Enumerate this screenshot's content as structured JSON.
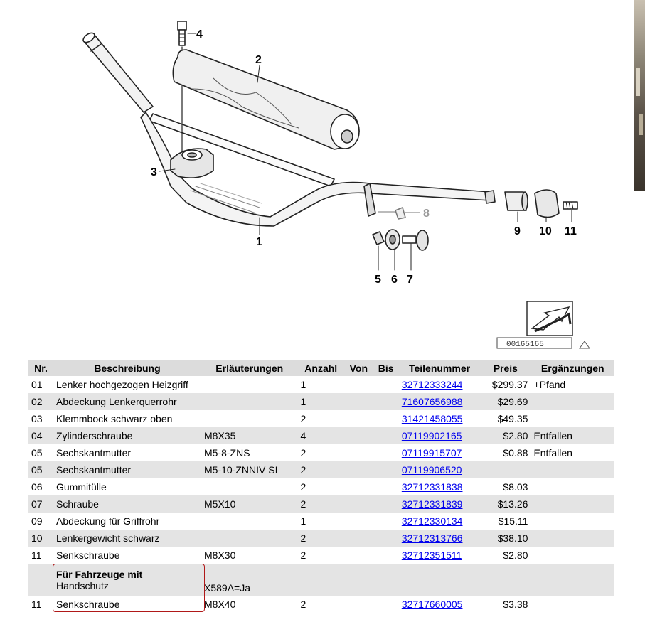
{
  "diagram": {
    "callouts": [
      "1",
      "2",
      "3",
      "4",
      "5",
      "6",
      "7",
      "8",
      "9",
      "10",
      "11"
    ],
    "image_id": "00165165",
    "nav_icon": "arrow-back-icon",
    "warning_icon": "triangle-icon"
  },
  "table": {
    "headers": [
      "Nr.",
      "Beschreibung",
      "Erläuterungen",
      "Anzahl",
      "Von",
      "Bis",
      "Teilenummer",
      "Preis",
      "Ergänzungen"
    ],
    "rows": [
      {
        "nr": "01",
        "desc": "Lenker hochgezogen Heizgriff",
        "expl": "",
        "qty": "1",
        "von": "",
        "bis": "",
        "part": "32712333244",
        "price": "$299.37",
        "extra": "+Pfand"
      },
      {
        "nr": "02",
        "desc": "Abdeckung Lenkerquerrohr",
        "expl": "",
        "qty": "1",
        "von": "",
        "bis": "",
        "part": "71607656988",
        "price": "$29.69",
        "extra": ""
      },
      {
        "nr": "03",
        "desc": "Klemmbock schwarz oben",
        "expl": "",
        "qty": "2",
        "von": "",
        "bis": "",
        "part": "31421458055",
        "price": "$49.35",
        "extra": ""
      },
      {
        "nr": "04",
        "desc": "Zylinderschraube",
        "expl": "M8X35",
        "qty": "4",
        "von": "",
        "bis": "",
        "part": "07119902165",
        "price": "$2.80",
        "extra": "Entfallen"
      },
      {
        "nr": "05",
        "desc": "Sechskantmutter",
        "expl": "M5-8-ZNS",
        "qty": "2",
        "von": "",
        "bis": "",
        "part": "07119915707",
        "price": "$0.88",
        "extra": "Entfallen"
      },
      {
        "nr": "05",
        "desc": "Sechskantmutter",
        "expl": "M5-10-ZNNIV SI",
        "qty": "2",
        "von": "",
        "bis": "",
        "part": "07119906520",
        "price": "",
        "extra": ""
      },
      {
        "nr": "06",
        "desc": "Gummitülle",
        "expl": "",
        "qty": "2",
        "von": "",
        "bis": "",
        "part": "32712331838",
        "price": "$8.03",
        "extra": ""
      },
      {
        "nr": "07",
        "desc": "Schraube",
        "expl": "M5X10",
        "qty": "2",
        "von": "",
        "bis": "",
        "part": "32712331839",
        "price": "$13.26",
        "extra": ""
      },
      {
        "nr": "09",
        "desc": "Abdeckung für Griffrohr",
        "expl": "",
        "qty": "1",
        "von": "",
        "bis": "",
        "part": "32712330134",
        "price": "$15.11",
        "extra": ""
      },
      {
        "nr": "10",
        "desc": "Lenkergewicht schwarz",
        "expl": "",
        "qty": "2",
        "von": "",
        "bis": "",
        "part": "32712313766",
        "price": "$38.10",
        "extra": ""
      },
      {
        "nr": "11",
        "desc": "Senkschraube",
        "expl": "M8X30",
        "qty": "2",
        "von": "",
        "bis": "",
        "part": "32712351511",
        "price": "$2.80",
        "extra": ""
      }
    ],
    "group": {
      "title": "Für Fahrzeuge mit",
      "subtitle": "Handschutz",
      "expl": "X589A=Ja"
    },
    "group_rows": [
      {
        "nr": "11",
        "desc": "Senkschraube",
        "expl": "M8X40",
        "qty": "2",
        "von": "",
        "bis": "",
        "part": "32717660005",
        "price": "$3.38",
        "extra": ""
      }
    ]
  }
}
